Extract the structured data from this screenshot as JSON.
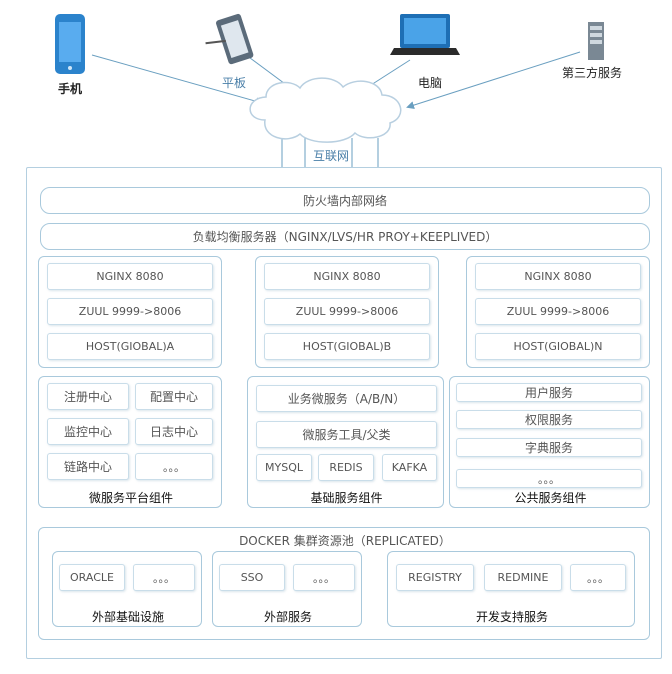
{
  "devices": {
    "phone": "手机",
    "tablet": "平板",
    "computer": "电脑",
    "third_party": "第三方服务"
  },
  "internet": "互联网",
  "firewall": "防火墙内部网络",
  "load_balancer": "负载均衡服务器（NGINX/LVS/HR PROY+KEEPLIVED）",
  "gateways": [
    {
      "nginx": "NGINX 8080",
      "zuul": "ZUUL 9999->8006",
      "host": "HOST(GIOBAL)A"
    },
    {
      "nginx": "NGINX 8080",
      "zuul": "ZUUL 9999->8006",
      "host": "HOST(GIOBAL)B"
    },
    {
      "nginx": "NGINX 8080",
      "zuul": "ZUUL 9999->8006",
      "host": "HOST(GIOBAL)N"
    }
  ],
  "microservice_platform": {
    "title": "微服务平台组件",
    "items": [
      "注册中心",
      "配置中心",
      "监控中心",
      "日志中心",
      "链路中心",
      "。。。"
    ]
  },
  "base_services": {
    "title": "基础服务组件",
    "business": "业务微服务（A/B/N）",
    "tools": "微服务工具/父类",
    "stores": [
      "MYSQL",
      "REDIS",
      "KAFKA"
    ]
  },
  "public_services": {
    "title": "公共服务组件",
    "items": [
      "用户服务",
      "权限服务",
      "字典服务",
      "。。。"
    ]
  },
  "docker": {
    "title": "DOCKER 集群资源池（REPLICATED）",
    "external_infra": {
      "title": "外部基础设施",
      "items": [
        "ORACLE",
        "。。。"
      ]
    },
    "external_services": {
      "title": "外部服务",
      "items": [
        "SSO",
        "。。。"
      ]
    },
    "dev_support": {
      "title": "开发支持服务",
      "items": [
        "REGISTRY",
        "REDMINE",
        "。。。"
      ]
    }
  }
}
